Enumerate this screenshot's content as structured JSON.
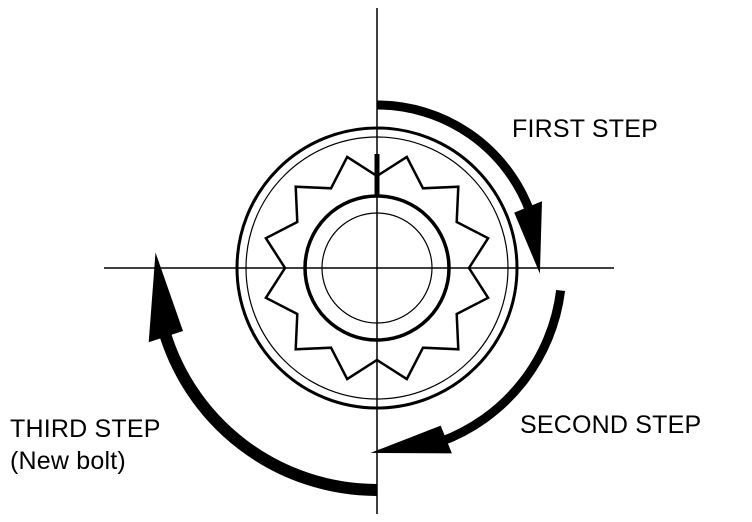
{
  "labels": {
    "first_step": "FIRST STEP",
    "second_step": "SECOND STEP",
    "third_step": "THIRD STEP",
    "third_step_note": "(New bolt)"
  },
  "colors": {
    "ink": "#000000",
    "background": "#ffffff"
  }
}
